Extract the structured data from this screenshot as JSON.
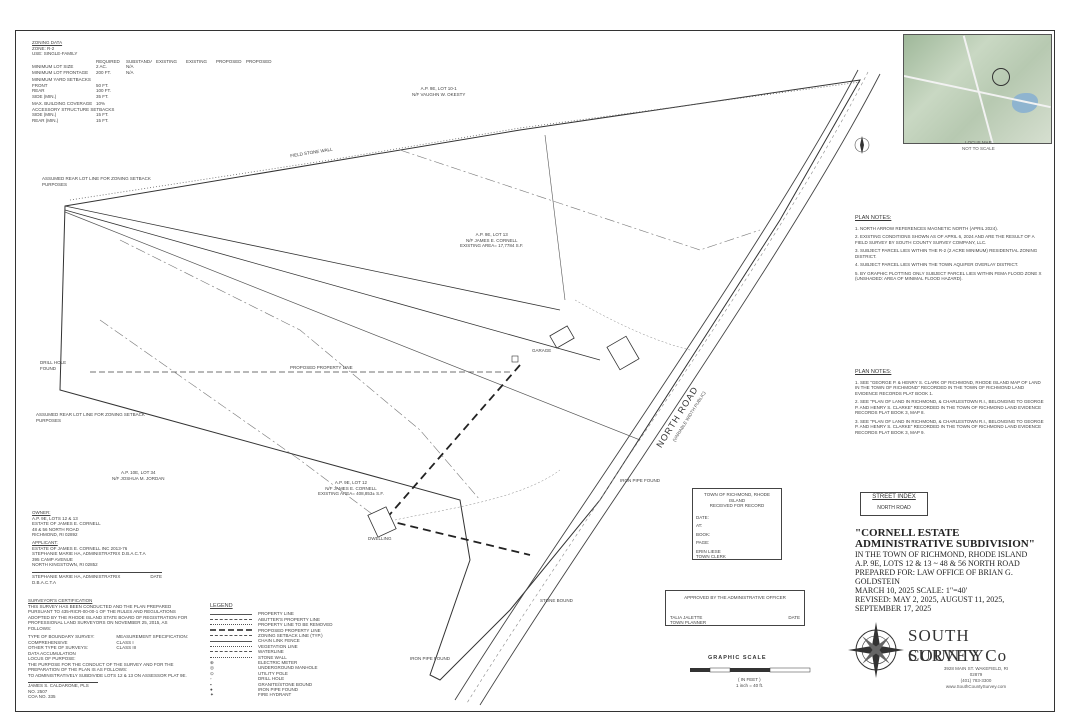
{
  "zoning": {
    "title": "ZONING DATA",
    "zone": "ZONE: R-2",
    "use": "USE: SINGLE-FAMILY",
    "columns": [
      "REQUIRED",
      "SUBSTANDARD LOT",
      "EXISTING",
      "EXISTING",
      "PROPOSED",
      "PROPOSED"
    ],
    "rows": [
      [
        "MINIMUM LOT SIZE",
        "2 AC.",
        "N/A",
        "",
        "",
        "",
        ""
      ],
      [
        "MINIMUM LOT FRONTAGE",
        "200 FT.",
        "N/A",
        "",
        "",
        "",
        ""
      ],
      [
        "MINIMUM YARD SETBACKS",
        "",
        "",
        "",
        "",
        "",
        ""
      ],
      [
        "FRONT",
        "50 FT.",
        "",
        "",
        "",
        "",
        ""
      ],
      [
        "REAR",
        "100 FT.",
        "",
        "",
        "",
        "",
        ""
      ],
      [
        "SIDE (MIN.)",
        "35 FT.",
        "",
        "",
        "",
        "",
        ""
      ],
      [
        "MAX. BUILDING COVERAGE",
        "10%",
        "",
        "",
        "",
        "",
        ""
      ],
      [
        "ACCESSORY STRUCTURE SETBACKS",
        "",
        "",
        "",
        "",
        "",
        ""
      ],
      [
        "SIDE (MIN.)",
        "15 FT.",
        "",
        "",
        "",
        "",
        ""
      ],
      [
        "REAR (MIN.)",
        "15 FT.",
        "",
        "",
        "",
        "",
        ""
      ]
    ]
  },
  "locus": {
    "label1": "LOCUS MAP",
    "label2": "NOT TO SCALE"
  },
  "plan_notes_1": {
    "title": "PLAN NOTES:",
    "items": [
      "1. NORTH ARROW REFERENCES MAGNETIC NORTH (APRIL 2024).",
      "2. EXISTING CONDITIONS SHOWN AS OF APRIL 6, 2024 AND ARE THE RESULT OF A FIELD SURVEY BY SOUTH COUNTY SURVEY COMPANY, LLC.",
      "3. SUBJECT PARCEL LIES WITHIN THE R-2 (2 ACRE MINIMUM) RESIDENTIAL ZONING DISTRICT.",
      "4. SUBJECT PARCEL LIES WITHIN THE TOWN AQUIFER OVERLAY DISTRICT.",
      "5. BY GRAPHIC PLOTTING ONLY SUBJECT PARCEL LIES WITHIN FEMA FLOOD ZONE X (UNSHADED: AREA OF MINIMAL FLOOD HAZARD)."
    ]
  },
  "plan_notes_2": {
    "title": "PLAN NOTES:",
    "items": [
      "1. SEE \"GEORGE P. & HENRY S. CLARK OF RICHMOND, RHODE ISLAND MAP OF LAND IN THE TOWN OF RICHMOND\" RECORDED IN THE TOWN OF RICHMOND LAND EVIDENCE RECORDS PLAT BOOK 1.",
      "2. SEE \"PLAN OF LAND IN RICHMOND, & CHARLESTOWN R.I., BELONGING TO GEORGE P. AND HENRY S. CLARKE\" RECORDED IN THE TOWN OF RICHMOND LAND EVIDENCE RECORDS PLAT BOOK 3, MAP 8.",
      "3. SEE \"PLAN OF LAND IN RICHMOND, & CHARLESTOWN R.I., BELONGING TO GEORGE P. AND HENRY S. CLARKE\" RECORDED IN THE TOWN OF RICHMOND LAND EVIDENCE RECORDS PLAT BOOK 3, MAP 9."
    ]
  },
  "street_index": {
    "title": "STREET INDEX",
    "name": "NORTH ROAD"
  },
  "title_block": {
    "title": "\"CORNELL ESTATE ADMINISTRATIVE SUBDIVISION\"",
    "line1": "IN THE TOWN OF RICHMOND, RHODE ISLAND",
    "line2": "A.P. 9E, LOTS 12 & 13 ~ 48 & 56 NORTH ROAD",
    "line3": "PREPARED FOR: LAW OFFICE OF BRIAN G. GOLDSTEIN",
    "line4": "MARCH 10, 2025  SCALE: 1\"=40'",
    "line5": "REVISED: MAY 2, 2025, AUGUST 11, 2025,",
    "line6": "SEPTEMBER 17, 2025"
  },
  "logo": {
    "name1": "SOUTH COUNTY",
    "name2": "SURVEY Co",
    "address": "3928 MAIN ST. WAKEFIELD, RI 02879",
    "phone": "(401) 783-3300",
    "web": "www.SouthCountySurvey.com"
  },
  "recording_box": {
    "line1": "TOWN OF RICHMOND, RHODE ISLAND",
    "line2": "RECEIVED FOR RECORD",
    "f1": "DATE:",
    "f2": "AT:",
    "f3": "BOOK:",
    "f4": "PAGE:",
    "clerk1": "ERIN LIESE",
    "clerk2": "TOWN CLERK"
  },
  "approval_box": {
    "title": "APPROVED BY THE ADMINISTRATIVE OFFICER",
    "name": "TALIA JALETTE",
    "role": "TOWN PLANNER",
    "date": "DATE"
  },
  "graphic_scale": {
    "title": "GRAPHIC SCALE",
    "unit": "( IN FEET )",
    "ratio": "1 inch = 40 ft."
  },
  "road": {
    "name": "NORTH ROAD",
    "sub": "(VARIABLE WIDTH PUBLIC)"
  },
  "parcels": {
    "lot13_line1": "A.P. 9E, LOT 13",
    "lot13_line2": "N/F JAMES E. CORNELL",
    "lot13_area": "EXISTING AREA= 17,7784 S.F.",
    "lot12_line1": "A.P. 9E, LOT 12",
    "lot12_line2": "N/F JAMES E. CORNELL",
    "lot12_area": "EXISTING AREA= 408,853± S.F.",
    "lot34_line1": "A.P. 10E, LOT 34",
    "lot34_line2": "N/F JOSHUA M. JORDAN",
    "lot10_line1": "A.P. 9E, LOT 10-1",
    "lot10_line2": "N/F VAUGHN W. OKESTY",
    "garage": "GARAGE",
    "dwelling": "DWELLING"
  },
  "stone_wall_label": "FIELD STONE WALL",
  "owner": {
    "title": "OWNER:",
    "l1": "A.P. 9E, LOTS 12 & 13",
    "l2": "ESTATE OF JAMES E. CORNELL",
    "l3": "48 & 56 NORTH ROAD",
    "l4": "RICHMOND, RI 02892"
  },
  "applicant": {
    "title": "APPLICANT:",
    "l1": "ESTATE OF JAMES E. CORNELL INC 2013-76",
    "l2": "STEPHANIE MARIE HA, ADMINISTRATRIX D.B.A.C.T.A",
    "l3": "395 CAMP AVENUE",
    "l4": "NORTH KINGSTOWN, RI 02852"
  },
  "signature": {
    "name": "STEPHANIE MARIE HA, ADMINISTRATRIX D.B.A.C.T.A",
    "date": "DATE"
  },
  "certification": {
    "title": "SURVEYOR'S CERTIFICATION",
    "text": "THIS SURVEY HAS BEEN CONDUCTED AND THE PLAN PREPARED PURSUANT TO 435-RICR-00-00-1 OF THE RULES AND REGULATIONS ADOPTED BY THE RHODE ISLAND STATE BOARD OF REGISTRATION FOR PROFESSIONAL LAND SURVEYORS ON NOVEMBER 25, 2015, AS FOLLOWS:",
    "type": "TYPE OF BOUNDARY SURVEY:",
    "type_v": "COMPREHENSIVE",
    "other": "OTHER TYPE OF SURVEYS:",
    "other_v": "DATA ACCUMULATION",
    "measure": "MEASUREMENT SPECIFICATION:",
    "measure_v": "CLASS I",
    "class": "CLASS III",
    "locus": "LOCUS OF PURPOSE:",
    "purpose": "THE PURPOSE FOR THE CONDUCT OF THE SURVEY AND FOR THE PREPARATION OF THE PLAN IS AS FOLLOWS:",
    "purpose_v": "TO ADMINISTRATIVELY SUBDIVIDE LOTS 12 & 13 ON ASSESSOR PLAT 9E.",
    "surveyor": "JAMES S. CALDARONE, PLS  NO. 2507",
    "cert": "COA NO. 335"
  },
  "legend": {
    "title": "LEGEND",
    "items": [
      "PROPERTY LINE",
      "ABUTTER'S PROPERTY LINE",
      "PROPERTY LINE TO BE REMOVED",
      "PROPOSED PROPERTY LINE",
      "ZONING SETBACK LINE (TYP.)",
      "CHAIN LINK FENCE",
      "VEGETATION LINE",
      "WATERLINE",
      "STONE WALL",
      "ELECTRIC METER",
      "UNDERGROUND MANHOLE",
      "UTILITY POLE",
      "DRILL HOLE",
      "GRANITE/STONE BOUND",
      "IRON PIPE FOUND",
      "FIRE HYDRANT"
    ]
  },
  "labels": {
    "iron_pipe_found": "IRON PIPE FOUND",
    "stone_bound": "STONE BOUND",
    "drill_hole": "DRILL HOLE FOUND",
    "assumed_rear": "ASSUMED REAR LOT LINE FOR ZONING SETBACK PURPOSES",
    "proposed_property_line": "PROPOSED PROPERTY LINE"
  }
}
